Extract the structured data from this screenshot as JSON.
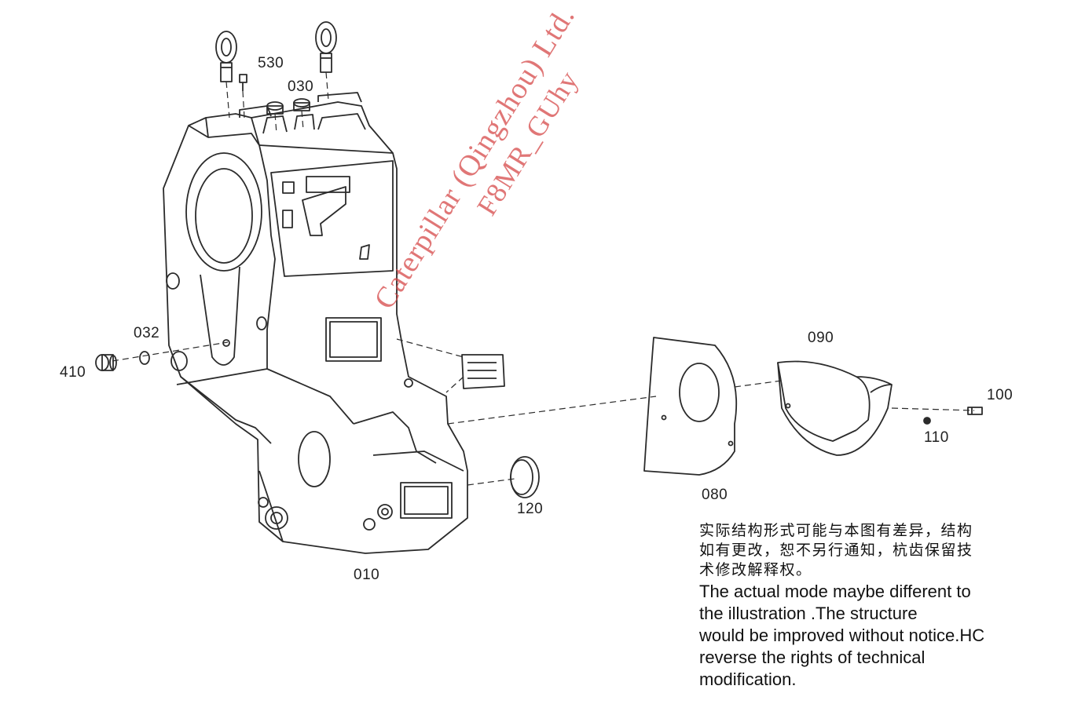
{
  "part_labels": {
    "p530": "530",
    "p030": "030",
    "p032": "032",
    "p410": "410",
    "p010": "010",
    "p120": "120",
    "p080": "080",
    "p090": "090",
    "p100": "100",
    "p110": "110"
  },
  "watermark": {
    "line1": "Caterpillar (Qingzhou) Ltd.",
    "line2": "F8MR_GUhy",
    "color": "#d64848"
  },
  "note": {
    "cn_line1": "实际结构形式可能与本图有差异，结构",
    "cn_line2": "如有更改，恕不另行通知，杭齿保留技",
    "cn_line3": "术修改解释权。",
    "en_line1": "The actual mode maybe different to",
    "en_line2": "the illustration .The structure",
    "en_line3": "would be improved without notice.HC",
    "en_line4": "reverse the rights of technical",
    "en_line5": "modification."
  }
}
